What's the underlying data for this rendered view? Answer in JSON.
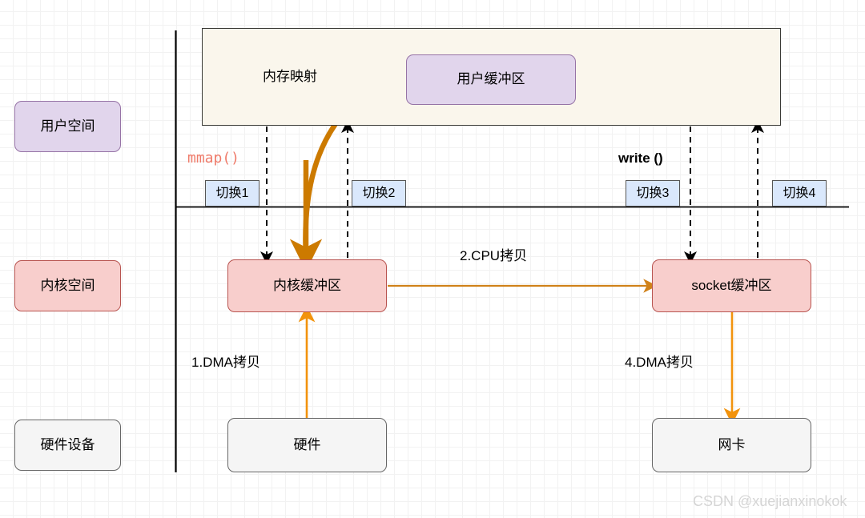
{
  "diagram": {
    "title_watermark": "CSDN @xuejianxinokok",
    "legend": [
      {
        "label": "用户空间",
        "style": "purple"
      },
      {
        "label": "内核空间",
        "style": "pink"
      },
      {
        "label": "硬件设备",
        "style": "gray"
      }
    ],
    "mapping_region": {
      "label": "内存映射",
      "user_buffer": "用户缓冲区"
    },
    "syscalls": [
      {
        "name": "mmap()",
        "style": "mono-red"
      },
      {
        "name": "write ()",
        "style": "bold-black"
      }
    ],
    "context_switches": [
      {
        "label": "切换1"
      },
      {
        "label": "切换2"
      },
      {
        "label": "切换3"
      },
      {
        "label": "切换4"
      }
    ],
    "kernel_nodes": [
      {
        "label": "内核缓冲区"
      },
      {
        "label": "socket缓冲区"
      }
    ],
    "hardware_nodes": [
      {
        "label": "硬件"
      },
      {
        "label": "网卡"
      }
    ],
    "copy_steps": [
      {
        "label": "1.DMA拷贝"
      },
      {
        "label": "2.CPU拷贝"
      },
      {
        "label": "4.DMA拷贝"
      }
    ],
    "colors": {
      "user_space_fill": "#e1d5ec",
      "user_space_stroke": "#9673a6",
      "kernel_fill": "#f8cecc",
      "kernel_stroke": "#b85450",
      "hardware_fill": "#f5f5f5",
      "hardware_stroke": "#666666",
      "mapping_fill": "#faf6ec",
      "mapping_stroke": "#3a3a36",
      "switch_fill": "#dae8fc",
      "dma_arrow": "#f2930d",
      "cpu_arrow": "#d0821a",
      "mmap_curve": "#cc7a00",
      "mmap_text": "#ef7b6a",
      "watermark": "#d5d5d5"
    }
  }
}
